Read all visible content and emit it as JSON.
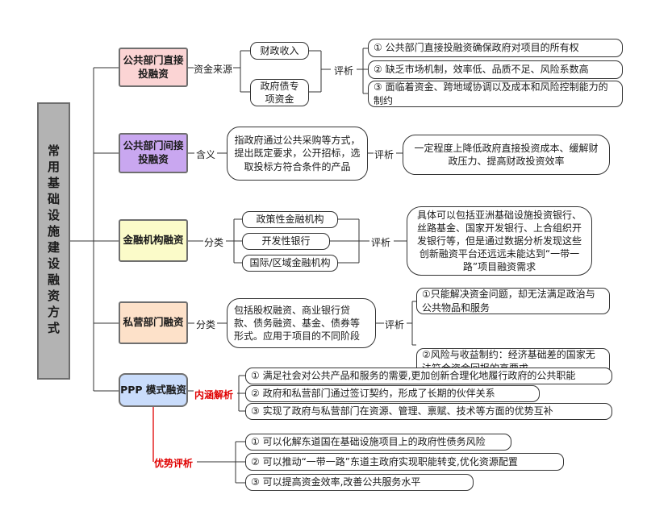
{
  "root": "常用基础设施建设融资方式",
  "c1": {
    "title": "公共部门直接投融资",
    "label": "资金来源",
    "n1": "财政收入",
    "n2": "政府债专项资金",
    "eval": "评析",
    "items": [
      "① 公共部门直接投融资确保政府对项目的所有权",
      "② 缺乏市场机制，效率低、品质不足、风险系数高",
      "③ 面临着资金、跨地域协调以及成本和风险控制能力的制约"
    ]
  },
  "c2": {
    "title": "公共部门间接投融资",
    "label": "含义",
    "def": "指政府通过公共采购等方式，提出既定要求，公开招标，选取投标方符合条件的产品",
    "eval": "评析",
    "result": "一定程度上降低政府直接投资成本、缓解财政压力、提高财政投资效率"
  },
  "c3": {
    "title": "金融机构融资",
    "label": "分类",
    "n1": "政策性金融机构",
    "n2": "开发性银行",
    "n3": "国际/区域金融机构",
    "eval": "评析",
    "result": "具体可以包括亚洲基础设施投资银行、丝路基金、国家开发银行、上合组织开发银行等，但是通过数据分析发现这些创新融资平台还远远未能达到“一带一路”项目融资需求"
  },
  "c4": {
    "title": "私营部门融资",
    "label": "分类",
    "def": "包括股权融资、商业银行贷款、债务融资、基金、债券等形式。应用于项目的不同阶段",
    "eval": "评析",
    "items": [
      "①只能解决资金问题，却无法满足政治与公共物品和服务",
      "②风险与收益制约：经济基础差的国家无法符合资金回报的高要求"
    ]
  },
  "c5": {
    "title": "PPP 模式融资",
    "label": "内涵解析",
    "label2": "优势评析",
    "items": [
      "① 满足社会对公共产品和服务的需要,更加创新合理化地履行政府的公共职能",
      "② 政府和私营部门通过签订契约，形成了长期的伙伴关系",
      "③ 实现了政府与私营部门在资源、管理、禀赋、技术等方面的优势互补"
    ],
    "items2": [
      "① 可以化解东道国在基础设施项目上的政府性债务风险",
      "② 可以推动“一带一路”东道主政府实现职能转变,优化资源配置",
      "③ 可以提高资金效率,改善公共服务水平"
    ]
  },
  "colors": {
    "c1": "#fbd4d4",
    "c2": "#c9a7f0",
    "c3": "#fbfbc9",
    "c4": "#fde1c9",
    "c5": "#c9dcfb",
    "red": "#e00000"
  }
}
